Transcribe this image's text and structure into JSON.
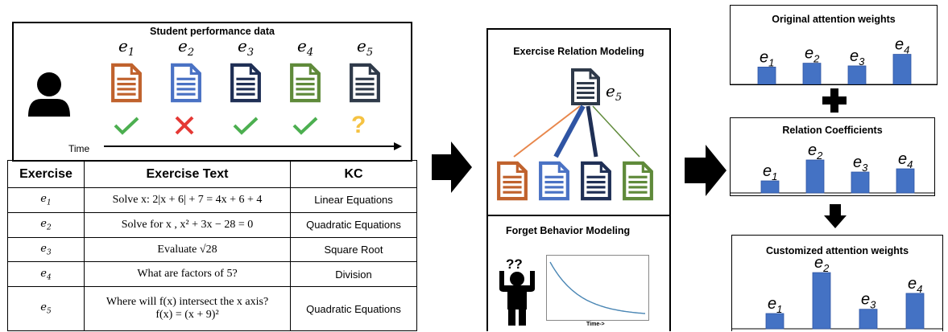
{
  "student_panel": {
    "title": "Student performance data",
    "time_label": "Time",
    "exercises": [
      {
        "id": "e",
        "sub": "1",
        "doc_color": "#c0622d",
        "mark": "check"
      },
      {
        "id": "e",
        "sub": "2",
        "doc_color": "#4a72c4",
        "mark": "cross"
      },
      {
        "id": "e",
        "sub": "3",
        "doc_color": "#1f2f55",
        "mark": "check"
      },
      {
        "id": "e",
        "sub": "4",
        "doc_color": "#5f8a3a",
        "mark": "check"
      },
      {
        "id": "e",
        "sub": "5",
        "doc_color": "#2f3a4a",
        "mark": "question"
      }
    ]
  },
  "table": {
    "headers": [
      "Exercise",
      "Exercise Text",
      "KC"
    ],
    "rows": [
      {
        "ex": "e",
        "sub": "1",
        "text": "Solve x: 2|x + 6| + 7 = 4x + 6 + 4",
        "kc": "Linear Equations"
      },
      {
        "ex": "e",
        "sub": "2",
        "text": "Solve for x , x² + 3x − 28 = 0",
        "kc": "Quadratic Equations"
      },
      {
        "ex": "e",
        "sub": "3",
        "text": "Evaluate  √28",
        "kc": "Square Root"
      },
      {
        "ex": "e",
        "sub": "4",
        "text": "What are factors of 5?",
        "kc": "Division"
      },
      {
        "ex": "e",
        "sub": "5",
        "text": "Where will f(x) intersect the x axis?",
        "text2": "f(x) = (x + 9)²",
        "kc": "Quadratic Equations"
      }
    ]
  },
  "relation_panel": {
    "title": "Exercise Relation Modeling",
    "center_label": "e",
    "center_sub": "5"
  },
  "forget_panel": {
    "title": "Forget Behavior Modeling",
    "question": "??",
    "axis_label": "Time->"
  },
  "attention": {
    "original": {
      "title": "Original attention weights",
      "values": [
        0.45,
        0.55,
        0.48,
        0.78
      ]
    },
    "relation": {
      "title": "Relation Coefficients",
      "values": [
        0.3,
        0.82,
        0.52,
        0.6
      ]
    },
    "customized": {
      "title": "Customized attention weights",
      "values": [
        0.25,
        0.92,
        0.32,
        0.58
      ]
    },
    "labels": [
      "e1",
      "e2",
      "e3",
      "e4"
    ]
  },
  "colors": {
    "bar": "#4472c4",
    "arrow": "#000000",
    "check": "#4caf50",
    "cross": "#e53935",
    "question": "#f5c242"
  }
}
